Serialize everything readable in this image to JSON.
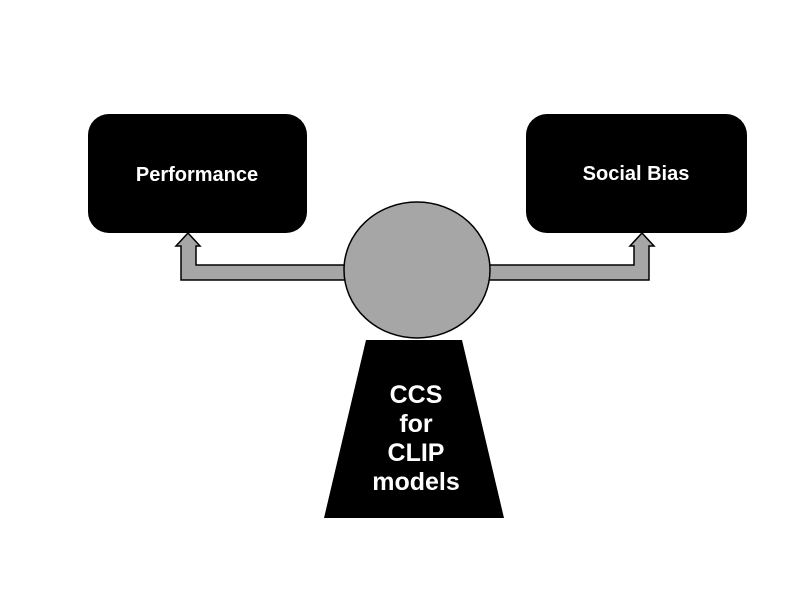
{
  "diagram": {
    "type": "balance-scale",
    "left_box": {
      "label": "Performance"
    },
    "right_box": {
      "label": "Social Bias"
    },
    "pedestal": {
      "lines": [
        "CCS",
        "for",
        "CLIP",
        "models"
      ]
    },
    "colors": {
      "background": "#FFFFFF",
      "box_fill": "#000000",
      "label_text": "#FFFFFF",
      "arm_fill": "#A6A6A6",
      "fulcrum_fill": "#A6A6A6",
      "outline": "#000000",
      "pedestal_fill": "#000000"
    }
  }
}
